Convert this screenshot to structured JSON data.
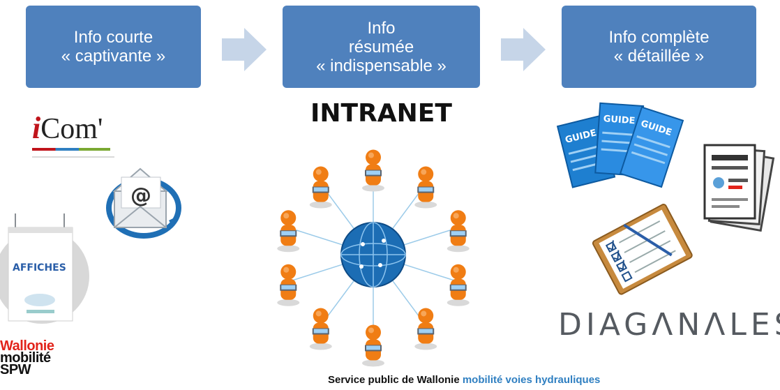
{
  "boxes": [
    {
      "lines": [
        "Info courte",
        "« captivante »"
      ]
    },
    {
      "lines": [
        "Info",
        "résumée",
        "« indispensable »"
      ]
    },
    {
      "lines": [
        "Info complète",
        "« détaillée »"
      ]
    }
  ],
  "labels": {
    "icom": "Com'",
    "icom_i": "i",
    "intranet": "INTRANET",
    "affiches": "AFFICHES",
    "at_sign": "@",
    "guide": "GUIDE",
    "diagonales": "DIAGΛNΛLES"
  },
  "footer": {
    "part1": "Service public de Wallonie ",
    "part2": "mobilité voies hydrauliques"
  },
  "logo": {
    "line1": "Wallonie",
    "line2": "mobilité",
    "line3": "SPW"
  },
  "colors": {
    "box": "#4f81bd",
    "arrow": "#c6d5e8",
    "person": "#f07d14",
    "accent": "#2f7fc1",
    "wallonie_red": "#e2231a"
  }
}
